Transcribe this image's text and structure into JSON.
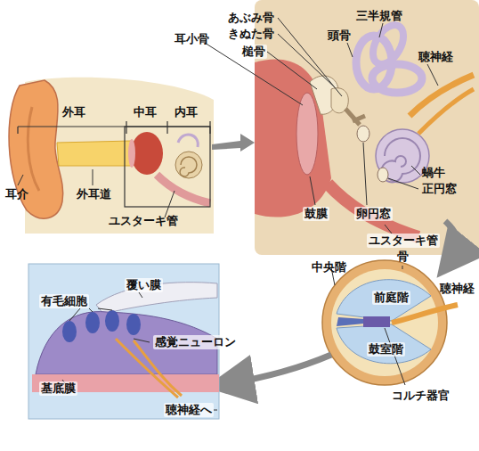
{
  "diagram": {
    "labels": [
      "外耳",
      "中耳",
      "内耳",
      "耳介",
      "外耳道",
      "ユスターキ管",
      "耳小骨",
      "あぶみ骨",
      "きぬた骨",
      "槌骨",
      "頭骨",
      "三半規管",
      "聴神経",
      "鼓膜",
      "卵円窓",
      "蝸牛",
      "正円窓",
      "ユスターキ管",
      "中央階",
      "骨",
      "前庭階",
      "聴神経",
      "鼓室階",
      "コルチ器官",
      "覆い膜",
      "有毛細胞",
      "感覚ニューロン",
      "基底膜",
      "聴神経へ"
    ]
  }
}
